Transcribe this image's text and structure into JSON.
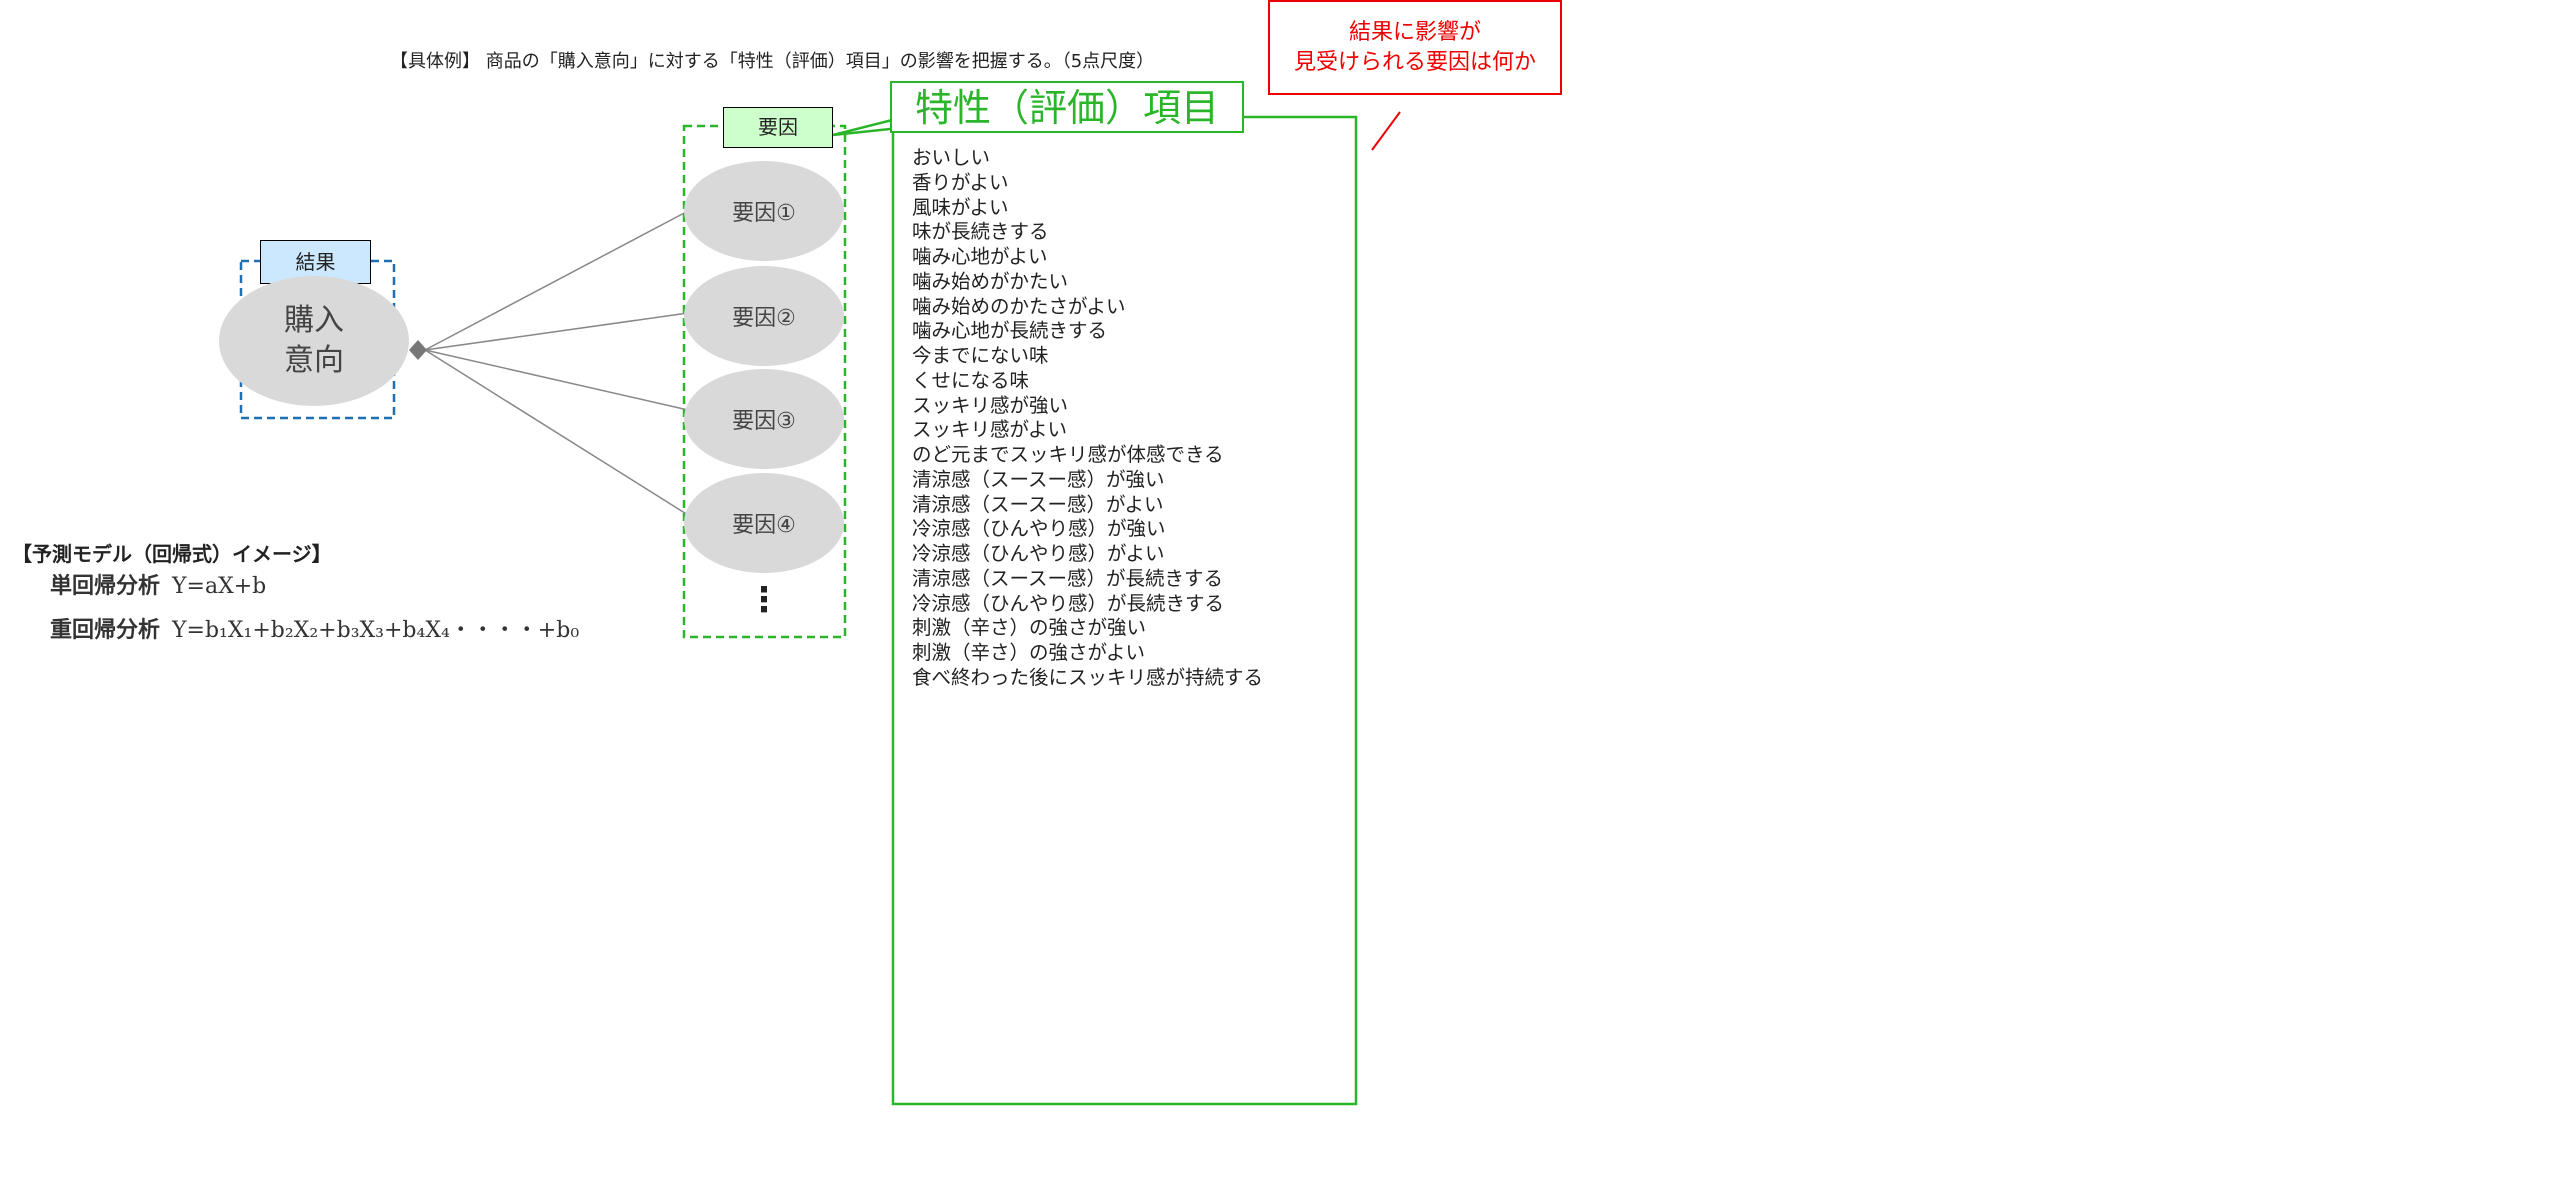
{
  "title": "【具体例】 商品の「購入意向」に対する「特性（評価）項目」の影響を把握する。（5点尺度）",
  "note": {
    "line1": "結果に影響が",
    "line2": "見受けられる要因は何か"
  },
  "callout": "特性（評価）項目",
  "factor_label": "要因",
  "result_label": "結果",
  "result_node": {
    "line1": "購入",
    "line2": "意向"
  },
  "factors": [
    "要因①",
    "要因②",
    "要因③",
    "要因④"
  ],
  "ellipsis": "⋮",
  "items": [
    "おいしい",
    "香りがよい",
    "風味がよい",
    "味が長続きする",
    "噛み心地がよい",
    "噛み始めがかたい",
    "噛み始めのかたさがよい",
    "噛み心地が長続きする",
    "今までにない味",
    "くせになる味",
    "スッキリ感が強い",
    "スッキリ感がよい",
    "のど元までスッキリ感が体感できる",
    "清涼感（スースー感）が強い",
    "清涼感（スースー感）がよい",
    "冷涼感（ひんやり感）が強い",
    "冷涼感（ひんやり感）がよい",
    "清涼感（スースー感）が長続きする",
    "冷涼感（ひんやり感）が長続きする",
    "刺激（辛さ）の強さが強い",
    "刺激（辛さ）の強さがよい",
    "食べ終わった後にスッキリ感が持続する"
  ],
  "model": {
    "title": "【予測モデル（回帰式）イメージ】",
    "simple_label": "単回帰分析",
    "simple_eq": "Y=aX+b",
    "multi_label": "重回帰分析",
    "multi_eq": "Y=b₁X₁+b₂X₂+b₃X₃+b₄X₄・・・・+b₀"
  },
  "colors": {
    "green": "#2bb52b",
    "red": "#e00000",
    "blue": "#1f6fb5"
  }
}
